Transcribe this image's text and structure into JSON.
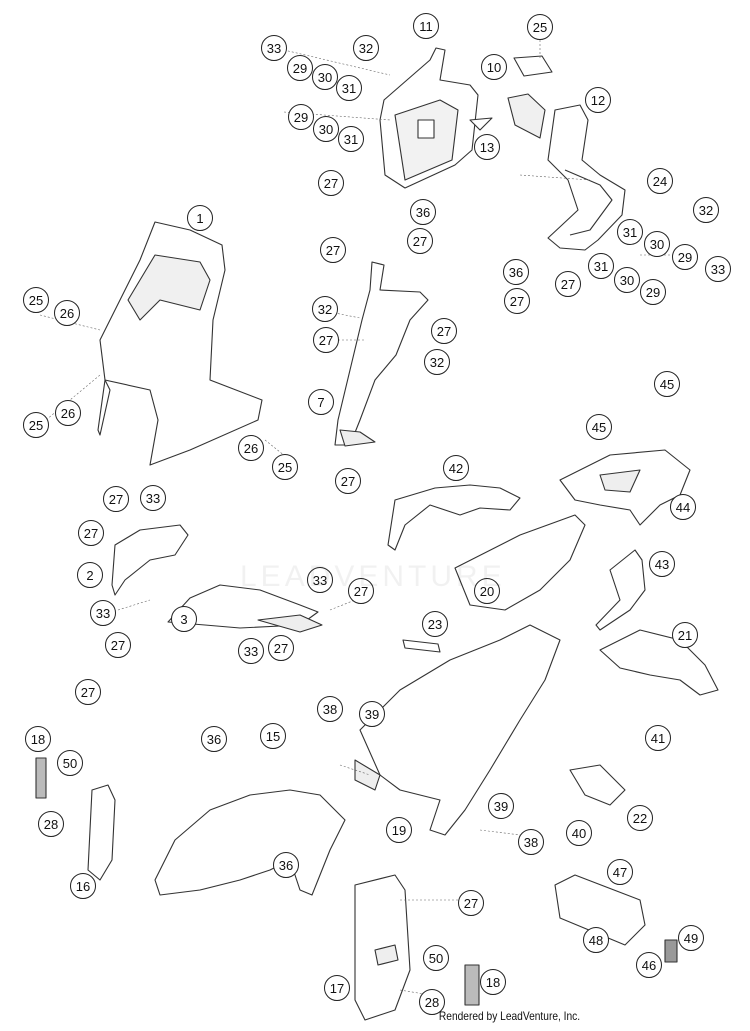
{
  "diagram": {
    "footer": "Rendered by LeadVenture, Inc.",
    "watermark": "LEADVENTURE"
  },
  "callouts": [
    {
      "id": "c11",
      "label": "11"
    },
    {
      "id": "c25a",
      "label": "25"
    },
    {
      "id": "c10",
      "label": "10"
    },
    {
      "id": "c33a",
      "label": "33"
    },
    {
      "id": "c32a",
      "label": "32"
    },
    {
      "id": "c29a",
      "label": "29"
    },
    {
      "id": "c30a",
      "label": "30"
    },
    {
      "id": "c31a",
      "label": "31"
    },
    {
      "id": "c29b",
      "label": "29"
    },
    {
      "id": "c30b",
      "label": "30"
    },
    {
      "id": "c31b",
      "label": "31"
    },
    {
      "id": "c12",
      "label": "12"
    },
    {
      "id": "c13",
      "label": "13"
    },
    {
      "id": "c27a",
      "label": "27"
    },
    {
      "id": "c36a",
      "label": "36"
    },
    {
      "id": "c27b",
      "label": "27"
    },
    {
      "id": "c24",
      "label": "24"
    },
    {
      "id": "c32b",
      "label": "32"
    },
    {
      "id": "c31c",
      "label": "31"
    },
    {
      "id": "c30c",
      "label": "30"
    },
    {
      "id": "c29c",
      "label": "29"
    },
    {
      "id": "c33b",
      "label": "33"
    },
    {
      "id": "c31d",
      "label": "31"
    },
    {
      "id": "c30d",
      "label": "30"
    },
    {
      "id": "c29d",
      "label": "29"
    },
    {
      "id": "c36b",
      "label": "36"
    },
    {
      "id": "c27c",
      "label": "27"
    },
    {
      "id": "c27d",
      "label": "27"
    },
    {
      "id": "c1",
      "label": "1"
    },
    {
      "id": "c25b",
      "label": "25"
    },
    {
      "id": "c26a",
      "label": "26"
    },
    {
      "id": "c25c",
      "label": "25"
    },
    {
      "id": "c26b",
      "label": "26"
    },
    {
      "id": "c26c",
      "label": "26"
    },
    {
      "id": "c25d",
      "label": "25"
    },
    {
      "id": "c27e",
      "label": "27"
    },
    {
      "id": "c32c",
      "label": "32"
    },
    {
      "id": "c27f",
      "label": "27"
    },
    {
      "id": "c27g",
      "label": "27"
    },
    {
      "id": "c32d",
      "label": "32"
    },
    {
      "id": "c7",
      "label": "7"
    },
    {
      "id": "c27h",
      "label": "27"
    },
    {
      "id": "c45a",
      "label": "45"
    },
    {
      "id": "c45b",
      "label": "45"
    },
    {
      "id": "c42",
      "label": "42"
    },
    {
      "id": "c44",
      "label": "44"
    },
    {
      "id": "c27i",
      "label": "27"
    },
    {
      "id": "c33c",
      "label": "33"
    },
    {
      "id": "c27j",
      "label": "27"
    },
    {
      "id": "c2",
      "label": "2"
    },
    {
      "id": "c33d",
      "label": "33"
    },
    {
      "id": "c27k",
      "label": "27"
    },
    {
      "id": "c33e",
      "label": "33"
    },
    {
      "id": "c27l",
      "label": "27"
    },
    {
      "id": "c3",
      "label": "3"
    },
    {
      "id": "c33f",
      "label": "33"
    },
    {
      "id": "c27m",
      "label": "27"
    },
    {
      "id": "c20",
      "label": "20"
    },
    {
      "id": "c43",
      "label": "43"
    },
    {
      "id": "c23",
      "label": "23"
    },
    {
      "id": "c21",
      "label": "21"
    },
    {
      "id": "c27n",
      "label": "27"
    },
    {
      "id": "c38a",
      "label": "38"
    },
    {
      "id": "c39a",
      "label": "39"
    },
    {
      "id": "c41",
      "label": "41"
    },
    {
      "id": "c18a",
      "label": "18"
    },
    {
      "id": "c50a",
      "label": "50"
    },
    {
      "id": "c36c",
      "label": "36"
    },
    {
      "id": "c15",
      "label": "15"
    },
    {
      "id": "c28a",
      "label": "28"
    },
    {
      "id": "c16",
      "label": "16"
    },
    {
      "id": "c36d",
      "label": "36"
    },
    {
      "id": "c19",
      "label": "19"
    },
    {
      "id": "c39b",
      "label": "39"
    },
    {
      "id": "c38b",
      "label": "38"
    },
    {
      "id": "c40",
      "label": "40"
    },
    {
      "id": "c22",
      "label": "22"
    },
    {
      "id": "c47",
      "label": "47"
    },
    {
      "id": "c27o",
      "label": "27"
    },
    {
      "id": "c48",
      "label": "48"
    },
    {
      "id": "c49",
      "label": "49"
    },
    {
      "id": "c46",
      "label": "46"
    },
    {
      "id": "c50b",
      "label": "50"
    },
    {
      "id": "c18b",
      "label": "18"
    },
    {
      "id": "c17",
      "label": "17"
    },
    {
      "id": "c28b",
      "label": "28"
    }
  ]
}
